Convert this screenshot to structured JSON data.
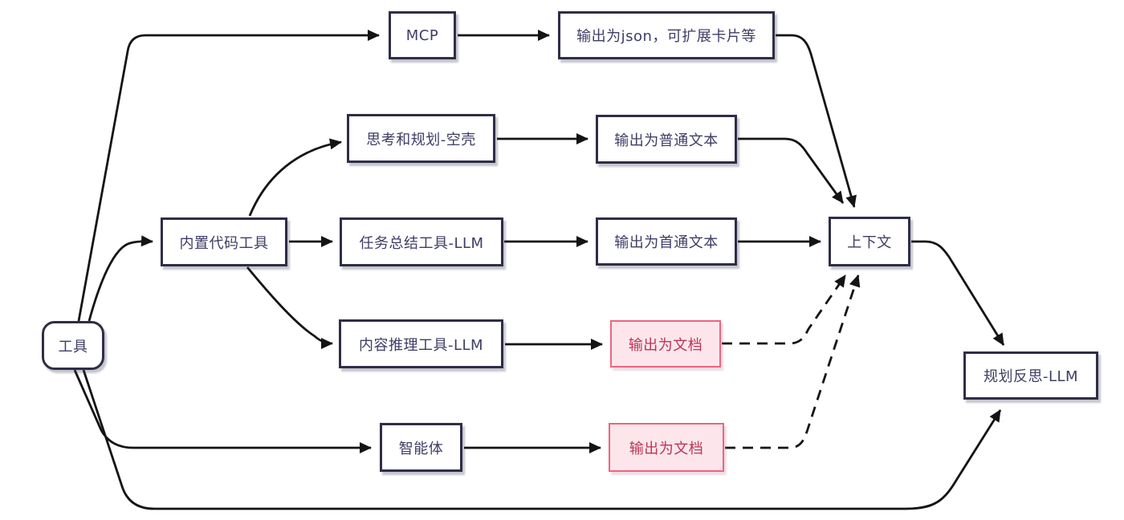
{
  "diagram": {
    "title": "tool-output-context-flow",
    "colors": {
      "background": "#ffffff",
      "node_border": "#2e2e48",
      "node_fill": "#ffffff",
      "node_text": "#3d3d66",
      "arrow": "#141414",
      "highlight_fill": "#fce6ec",
      "highlight_border": "#ee6480",
      "highlight_text": "#bc3457"
    },
    "nodes": {
      "tool": {
        "label": "工具",
        "shape": "rounded"
      },
      "mcp": {
        "label": "MCP",
        "shape": "rect"
      },
      "json_output": {
        "label": "输出为json，可扩展卡片等",
        "shape": "rect"
      },
      "think_plan": {
        "label": "思考和规划-空壳",
        "shape": "rect"
      },
      "plain_output": {
        "label": "输出为普通文本",
        "shape": "rect"
      },
      "builtin_code": {
        "label": "内置代码工具",
        "shape": "rect"
      },
      "task_summary": {
        "label": "任务总结工具-LLM",
        "shape": "rect"
      },
      "first_output": {
        "label": "输出为首通文本",
        "shape": "rect"
      },
      "context": {
        "label": "上下文",
        "shape": "rect"
      },
      "content_reasoning": {
        "label": "内容推理工具-LLM",
        "shape": "rect"
      },
      "doc_output_top": {
        "label": "输出为文档",
        "shape": "rect",
        "highlight": true
      },
      "agent": {
        "label": "智能体",
        "shape": "rect"
      },
      "doc_output_bottom": {
        "label": "输出为文档",
        "shape": "rect",
        "highlight": true
      },
      "plan_reflection": {
        "label": "规划反思-LLM",
        "shape": "rect"
      }
    },
    "edges": [
      {
        "from": "tool",
        "to": "mcp",
        "style": "solid"
      },
      {
        "from": "tool",
        "to": "builtin_code",
        "style": "solid"
      },
      {
        "from": "tool",
        "to": "agent",
        "style": "solid"
      },
      {
        "from": "tool",
        "to": "plan_reflection",
        "style": "solid"
      },
      {
        "from": "mcp",
        "to": "json_output",
        "style": "solid"
      },
      {
        "from": "json_output",
        "to": "context",
        "style": "solid"
      },
      {
        "from": "builtin_code",
        "to": "think_plan",
        "style": "solid"
      },
      {
        "from": "builtin_code",
        "to": "task_summary",
        "style": "solid"
      },
      {
        "from": "builtin_code",
        "to": "content_reasoning",
        "style": "solid"
      },
      {
        "from": "think_plan",
        "to": "plain_output",
        "style": "solid"
      },
      {
        "from": "plain_output",
        "to": "context",
        "style": "solid"
      },
      {
        "from": "task_summary",
        "to": "first_output",
        "style": "solid"
      },
      {
        "from": "first_output",
        "to": "context",
        "style": "solid"
      },
      {
        "from": "content_reasoning",
        "to": "doc_output_top",
        "style": "solid"
      },
      {
        "from": "doc_output_top",
        "to": "context",
        "style": "dashed"
      },
      {
        "from": "agent",
        "to": "doc_output_bottom",
        "style": "solid"
      },
      {
        "from": "doc_output_bottom",
        "to": "context",
        "style": "dashed"
      },
      {
        "from": "context",
        "to": "plan_reflection",
        "style": "solid"
      }
    ]
  }
}
